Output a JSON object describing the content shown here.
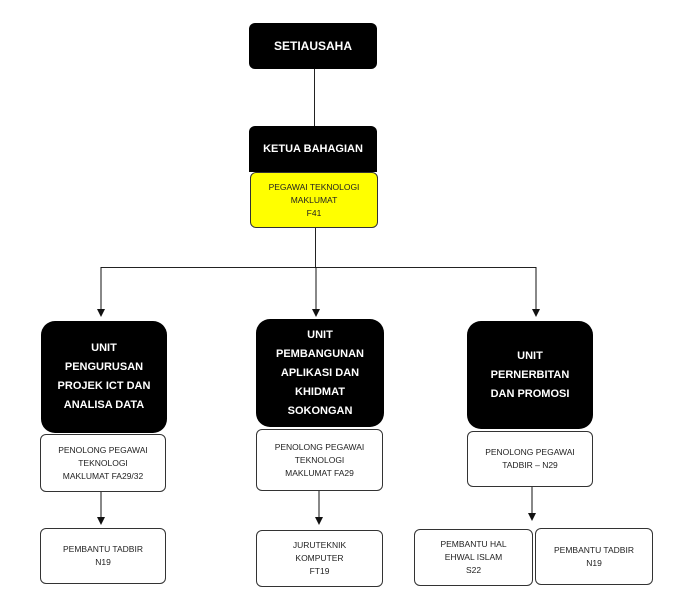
{
  "top": {
    "title": "SETIAUSAHA"
  },
  "head": {
    "title": "KETUA BAHAGIAN"
  },
  "officer": {
    "lines": [
      "PEGAWAI TEKNOLOGI",
      "MAKLUMAT",
      "F41"
    ]
  },
  "units": [
    {
      "name_lines": [
        "UNIT",
        "PENGURUSAN",
        "PROJEK ICT DAN",
        "ANALISA DATA"
      ],
      "assistant_lines": [
        "PENOLONG PEGAWAI",
        "TEKNOLOGI",
        "MAKLUMAT FA29/32"
      ],
      "staff": [
        {
          "lines": [
            "PEMBANTU TADBIR",
            "N19"
          ]
        }
      ]
    },
    {
      "name_lines": [
        "UNIT",
        "PEMBANGUNAN",
        "APLIKASI DAN",
        "KHIDMAT",
        "SOKONGAN"
      ],
      "assistant_lines": [
        "PENOLONG PEGAWAI",
        "TEKNOLOGI",
        "MAKLUMAT FA29"
      ],
      "staff": [
        {
          "lines": [
            "JURUTEKNIK",
            "KOMPUTER",
            "FT19"
          ]
        }
      ]
    },
    {
      "name_lines": [
        "UNIT",
        "PERNERBITAN",
        "DAN PROMOSI"
      ],
      "assistant_lines": [
        "PENOLONG PEGAWAI",
        "TADBIR – N29"
      ],
      "staff": [
        {
          "lines": [
            "PEMBANTU HAL",
            "EHWAL ISLAM",
            "S22"
          ]
        },
        {
          "lines": [
            "PEMBANTU TADBIR",
            "N19"
          ]
        }
      ]
    }
  ]
}
